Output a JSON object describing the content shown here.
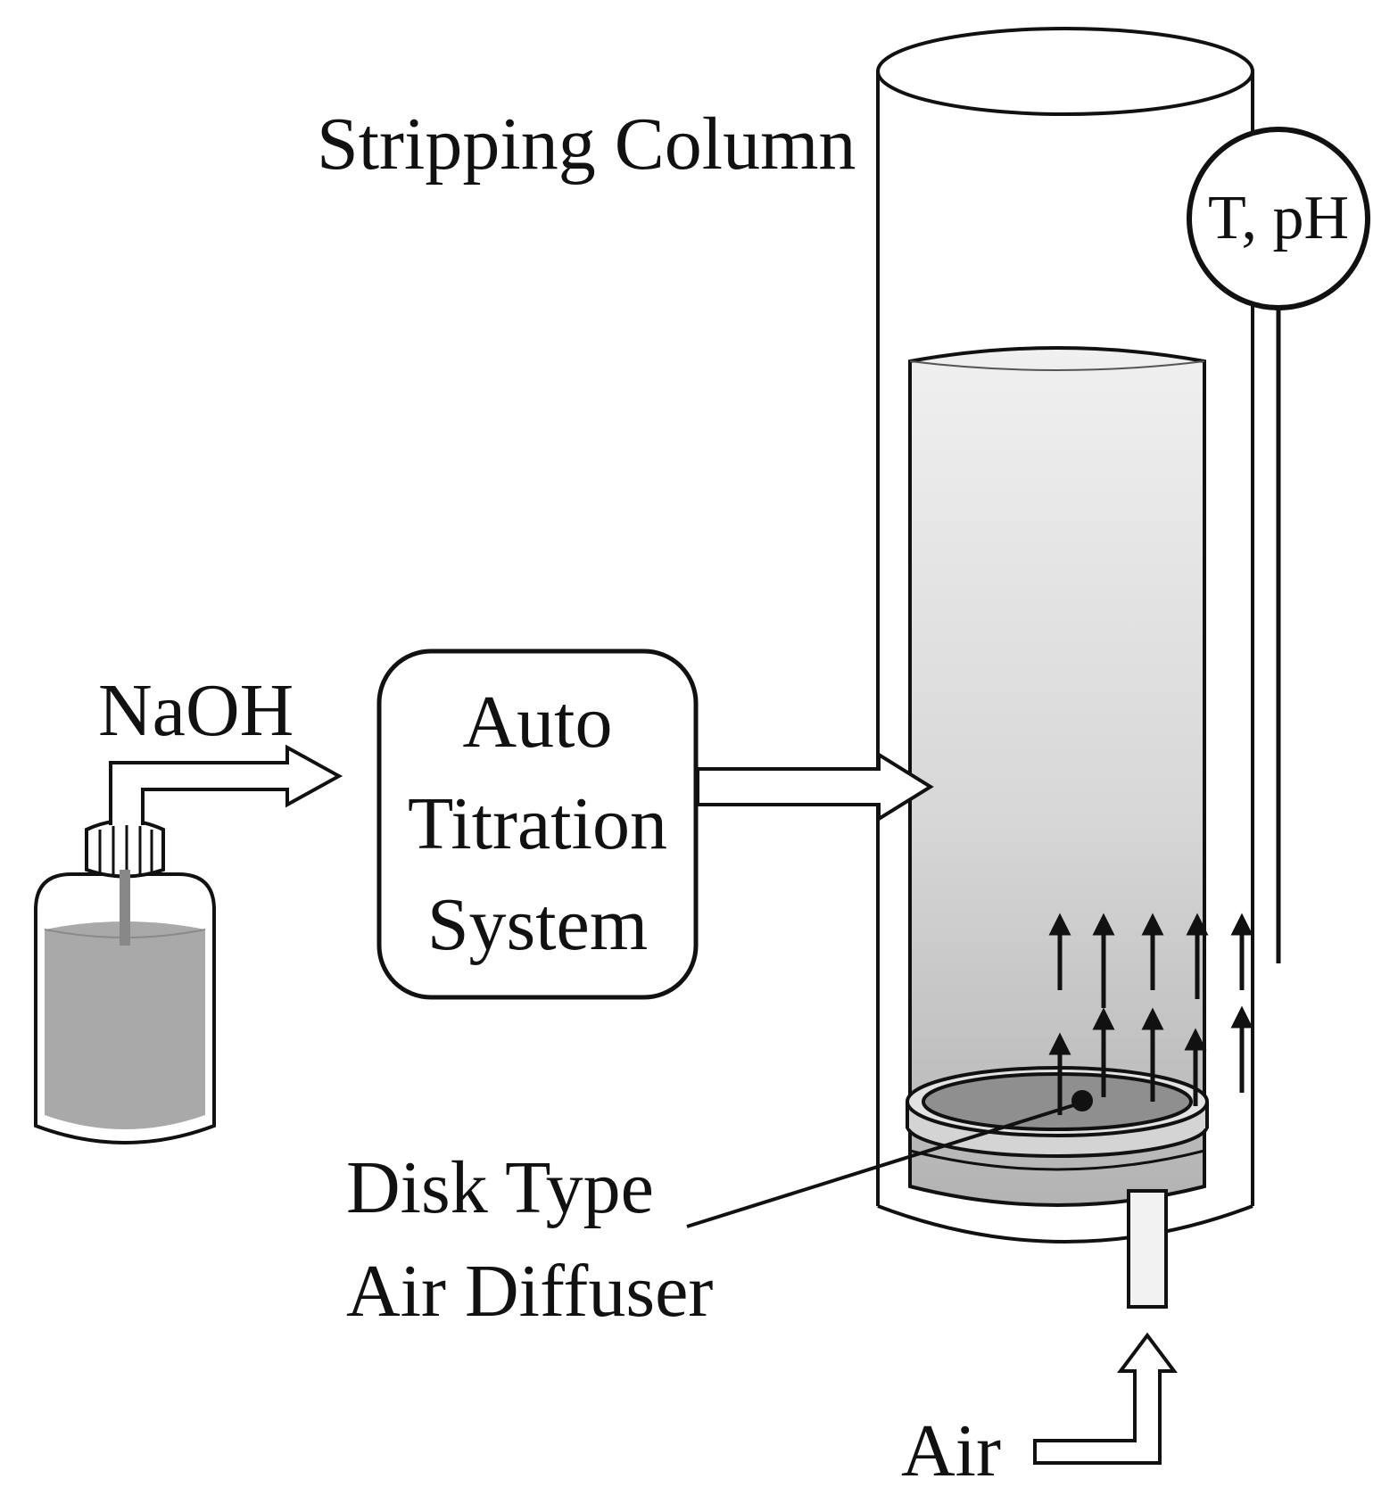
{
  "diagram": {
    "labels": {
      "stripping_column": "Stripping Column",
      "sensor": "T, pH",
      "naoh": "NaOH",
      "titration_line1": "Auto",
      "titration_line2": "Titration",
      "titration_line3": "System",
      "diffuser_line1": "Disk Type",
      "diffuser_line2": "Air Diffuser",
      "air": "Air"
    },
    "colors": {
      "line": "#111111",
      "liquid_top": "#eeeeee",
      "liquid_bottom": "#b5b5b5",
      "bottle_liquid": "#a9a9a9",
      "diffuser_disk": "#8f8f8f"
    }
  }
}
